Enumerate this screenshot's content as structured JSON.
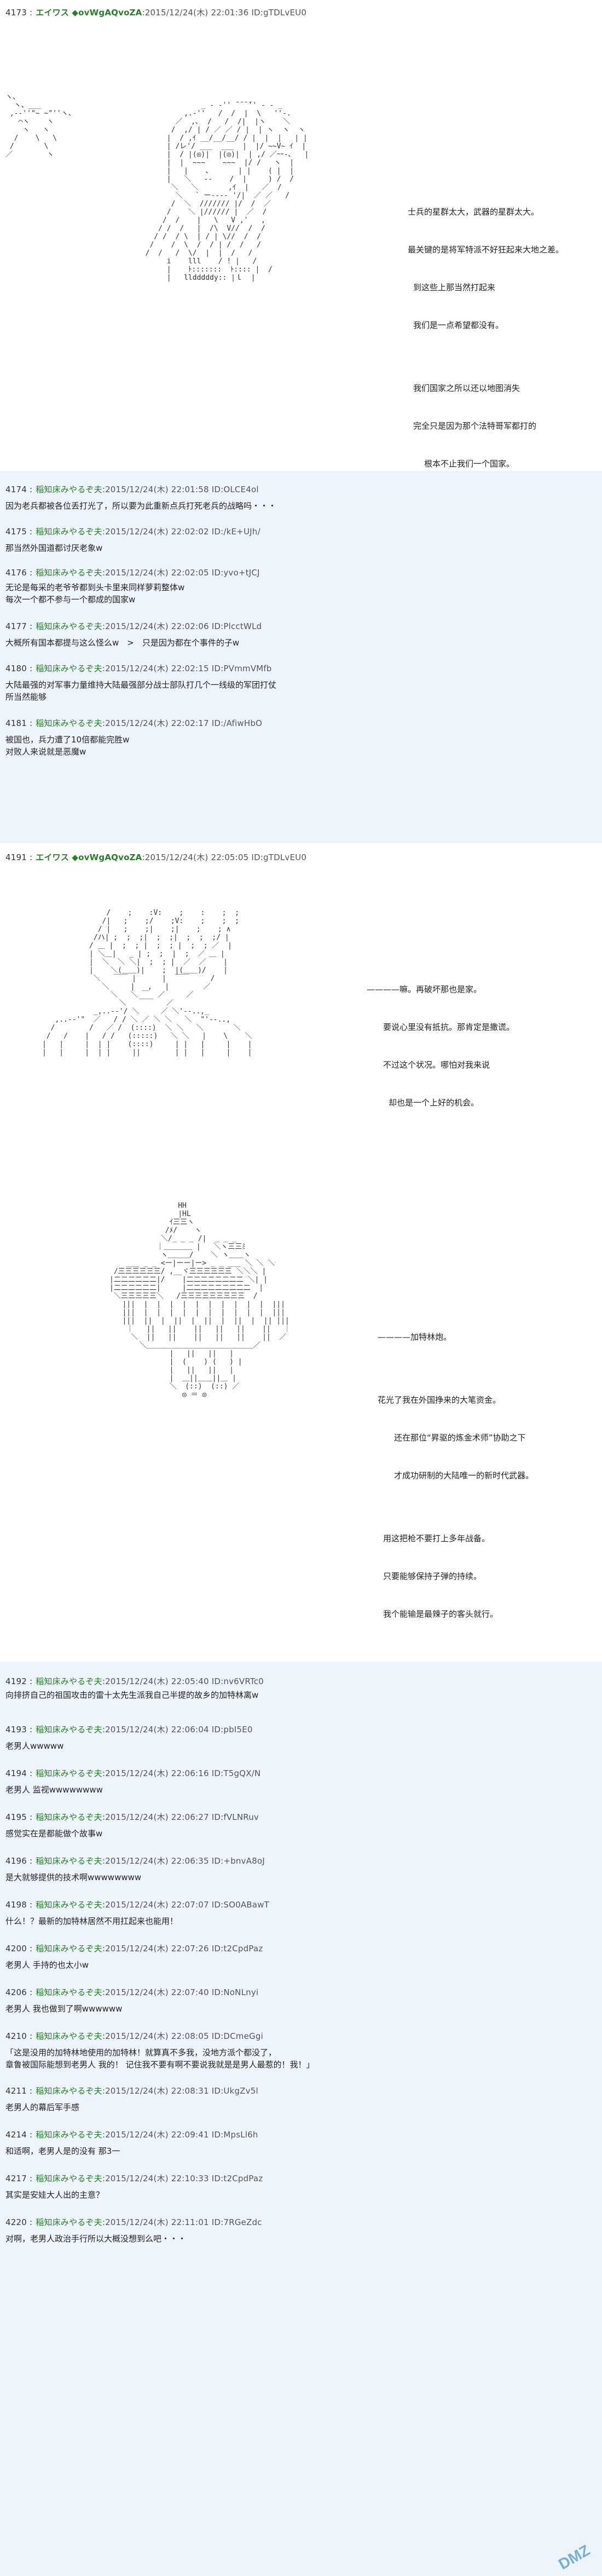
{
  "posts": [
    {
      "num": "4173 :",
      "name": "エイワス ◆ovWgAQvoZA",
      "meta": ":2015/12/24(木) 22:01:36 ID:gTDLvEU0"
    },
    {
      "num": "4174 :",
      "name": "稲知床みやるぞ夫",
      "meta": ":2015/12/24(木) 22:01:58 ID:OLCE4ol"
    },
    {
      "num": "4175 :",
      "name": "稲知床みやるぞ夫",
      "meta": ":2015/12/24(木) 22:02:02 ID:/kE+UJh/"
    },
    {
      "num": "4176 :",
      "name": "稲知床みやるぞ夫",
      "meta": ":2015/12/24(木) 22:02:05 ID:yvo+tJCJ"
    },
    {
      "num": "4177 :",
      "name": "稲知床みやるぞ夫",
      "meta": ":2015/12/24(木) 22:02:06 ID:PlcctWLd"
    },
    {
      "num": "4180 :",
      "name": "稲知床みやるぞ夫",
      "meta": ":2015/12/24(木) 22:02:15 ID:PVmmVMfb"
    },
    {
      "num": "4181 :",
      "name": "稲知床みやるぞ夫",
      "meta": ":2015/12/24(木) 22:02:17 ID:/AfiwHbO"
    },
    {
      "num": "4191 :",
      "name": "エイワス ◆ovWgAQvoZA",
      "meta": ":2015/12/24(木) 22:05:05 ID:gTDLvEU0"
    },
    {
      "num": "4192 :",
      "name": "稲知床みやるぞ夫",
      "meta": ":2015/12/24(木) 22:05:40 ID:nv6VRTc0"
    },
    {
      "num": "4193 :",
      "name": "稲知床みやるぞ夫",
      "meta": ":2015/12/24(木) 22:06:04 ID:pbI5E0"
    },
    {
      "num": "4194 :",
      "name": "稲知床みやるぞ夫",
      "meta": ":2015/12/24(木) 22:06:16 ID:T5gQX/N"
    },
    {
      "num": "4195 :",
      "name": "稲知床みやるぞ夫",
      "meta": ":2015/12/24(木) 22:06:27 ID:fVLNRuv"
    },
    {
      "num": "4196 :",
      "name": "稲知床みやるぞ夫",
      "meta": ":2015/12/24(木) 22:06:35 ID:+bnvA8oJ"
    },
    {
      "num": "4198 :",
      "name": "稲知床みやるぞ夫",
      "meta": ":2015/12/24(木) 22:07:07 ID:SO0ABawT"
    },
    {
      "num": "4200 :",
      "name": "稲知床みやるぞ夫",
      "meta": ":2015/12/24(木) 22:07:26 ID:t2CpdPaz"
    },
    {
      "num": "4206 :",
      "name": "稲知床みやるぞ夫",
      "meta": ":2015/12/24(木) 22:07:40 ID:NoNLnyi"
    },
    {
      "num": "4210 :",
      "name": "稲知床みやるぞ夫",
      "meta": ":2015/12/24(木) 22:08:05 ID:DCmeGgi"
    },
    {
      "num": "4211 :",
      "name": "稲知床みやるぞ夫",
      "meta": ":2015/12/24(木) 22:08:31 ID:UkgZv5l"
    },
    {
      "num": "4214 :",
      "name": "稲知床みやるぞ夫",
      "meta": ":2015/12/24(木) 22:09:41 ID:MpsLl6h"
    },
    {
      "num": "4217 :",
      "name": "稲知床みやるぞ夫",
      "meta": ":2015/12/24(木) 22:10:33 ID:t2CpdPaz"
    },
    {
      "num": "4220 :",
      "name": "稲知床みやるぞ夫",
      "meta": ":2015/12/24(木) 22:11:01 ID:7RGeZdc"
    }
  ],
  "lines": {
    "l4174": "因为老兵都被各位丢打光了，所以要为此重新点兵打死老兵的战略吗・・・",
    "l4175": "那当然外国道都讨厌老象w",
    "l4176": "无论是每采的老爷爷都到头卡里来同样萝莉整体w",
    "l4176b": "每次一个都不参与一个都成的国家w",
    "l4177": "大概所有国本都提与这么怪么w　>　只是因为都在个事件的子w",
    "l4180a": "大陆最强的对军事力量维持大陆最强部分战士部队打几个一线级的军团打仗",
    "l4180b": "所当然能够",
    "l4181a": "被国也，兵力遭了10倍都能完胜w",
    "l4181b": "对败人来说就是恶魔w",
    "l4192": "向排挤自己的祖国攻击的雷十太先生派我自己半提的故乡的加特林离w",
    "l4193": "老男人wwwww",
    "l4194": "老男人 监视wwwwwwww",
    "l4195": "感觉实在是都能做个故事w",
    "l4196": "是大就够提供的技术啊wwwwwwww",
    "l4198": "什么！？最新的加特林居然不用扛起来也能用！",
    "l4200": "老男人 手持的也太小w",
    "l4206": "老男人 我也做到了啊wwwwww",
    "l4210a": "「这是没用的加特林地使用的加特林！就算真不多我，没地方派个都没了，",
    "l4210b": "  章鲁被国际能想到老男人 我的！ 记住我不要有啊不要说我就是是男人最惹的！我！」",
    "l4211": "老男人的幕后军手感",
    "l4214": "和适啊，老男人是的没有 那3一",
    "l4217": "其实是安娃大人出的主意？",
    "l4220": "对啊，老男人政治手行所以大概没想到么吧・・・"
  },
  "speech1": [
    "士兵的星群太大，武器的星群太大。",
    "最关键的是将军特派不好狂起来大地之差。",
    "到这些上那当然打起来",
    "我们是一点希望都没有。",
    "",
    "我们国家之所以还以地图消失",
    "完全只是因为那个法特哥军都打的",
    "根本不止我们一个国家。"
  ],
  "speech2": [
    "————嘛。再破坏那也是家。",
    "要说心里没有抵抗。那肯定是撒谎。",
    "不过这个状况。哪怕对我来说",
    "却也是一个上好的机会。"
  ],
  "speech3": [
    "————加特林炮。",
    "",
    "花光了我在外国挣来的大笔资金。",
    "还在那位“昇驱的炼金术师”协助之下",
    "才成功研制的大陆唯一的新时代武器。",
    "",
    "用这把枪不要打上多年战备。",
    "只要能够保持子弹的持续。",
    "我个能输是最辣子的客头就行。"
  ],
  "logo": "DMZ"
}
